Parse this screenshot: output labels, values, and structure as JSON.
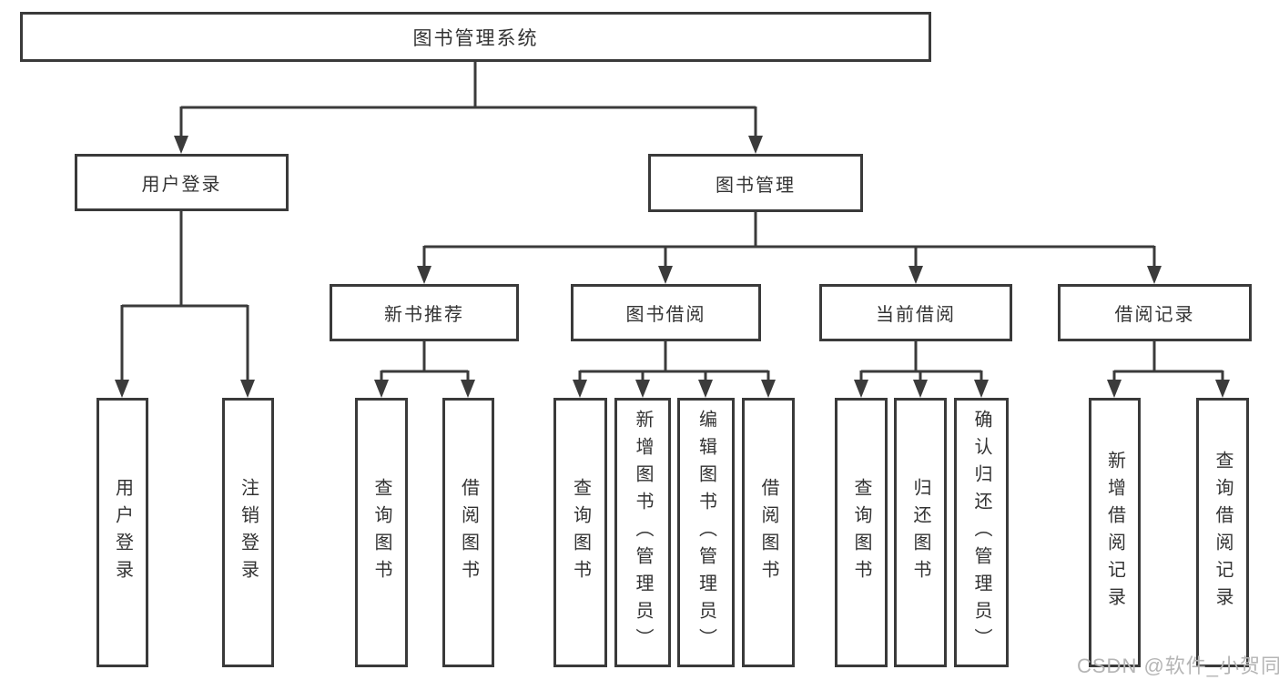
{
  "diagram": {
    "root": {
      "label": "图书管理系统"
    },
    "level2": [
      {
        "label": "用户登录"
      },
      {
        "label": "图书管理"
      }
    ],
    "level3": [
      {
        "label": "新书推荐"
      },
      {
        "label": "图书借阅"
      },
      {
        "label": "当前借阅"
      },
      {
        "label": "借阅记录"
      }
    ],
    "leaves": {
      "user_login": [
        "用户登录",
        "注销登录"
      ],
      "new_books": [
        "查询图书",
        "借阅图书"
      ],
      "book_borrow": [
        "查询图书",
        "新增图书（管理员）",
        "编辑图书（管理员）",
        "借阅图书"
      ],
      "current_borrow": [
        "查询图书",
        "归还图书",
        "确认归还（管理员）"
      ],
      "borrow_records": [
        "新增借阅记录",
        "查询借阅记录"
      ]
    }
  },
  "watermark": {
    "text": "CSDN @软件_小贺同学",
    "color": "#b5b5b5"
  },
  "colors": {
    "line": "#3b3b3b",
    "border": "#3a3a3a",
    "text": "#333333",
    "box_background": "#ffffff"
  }
}
